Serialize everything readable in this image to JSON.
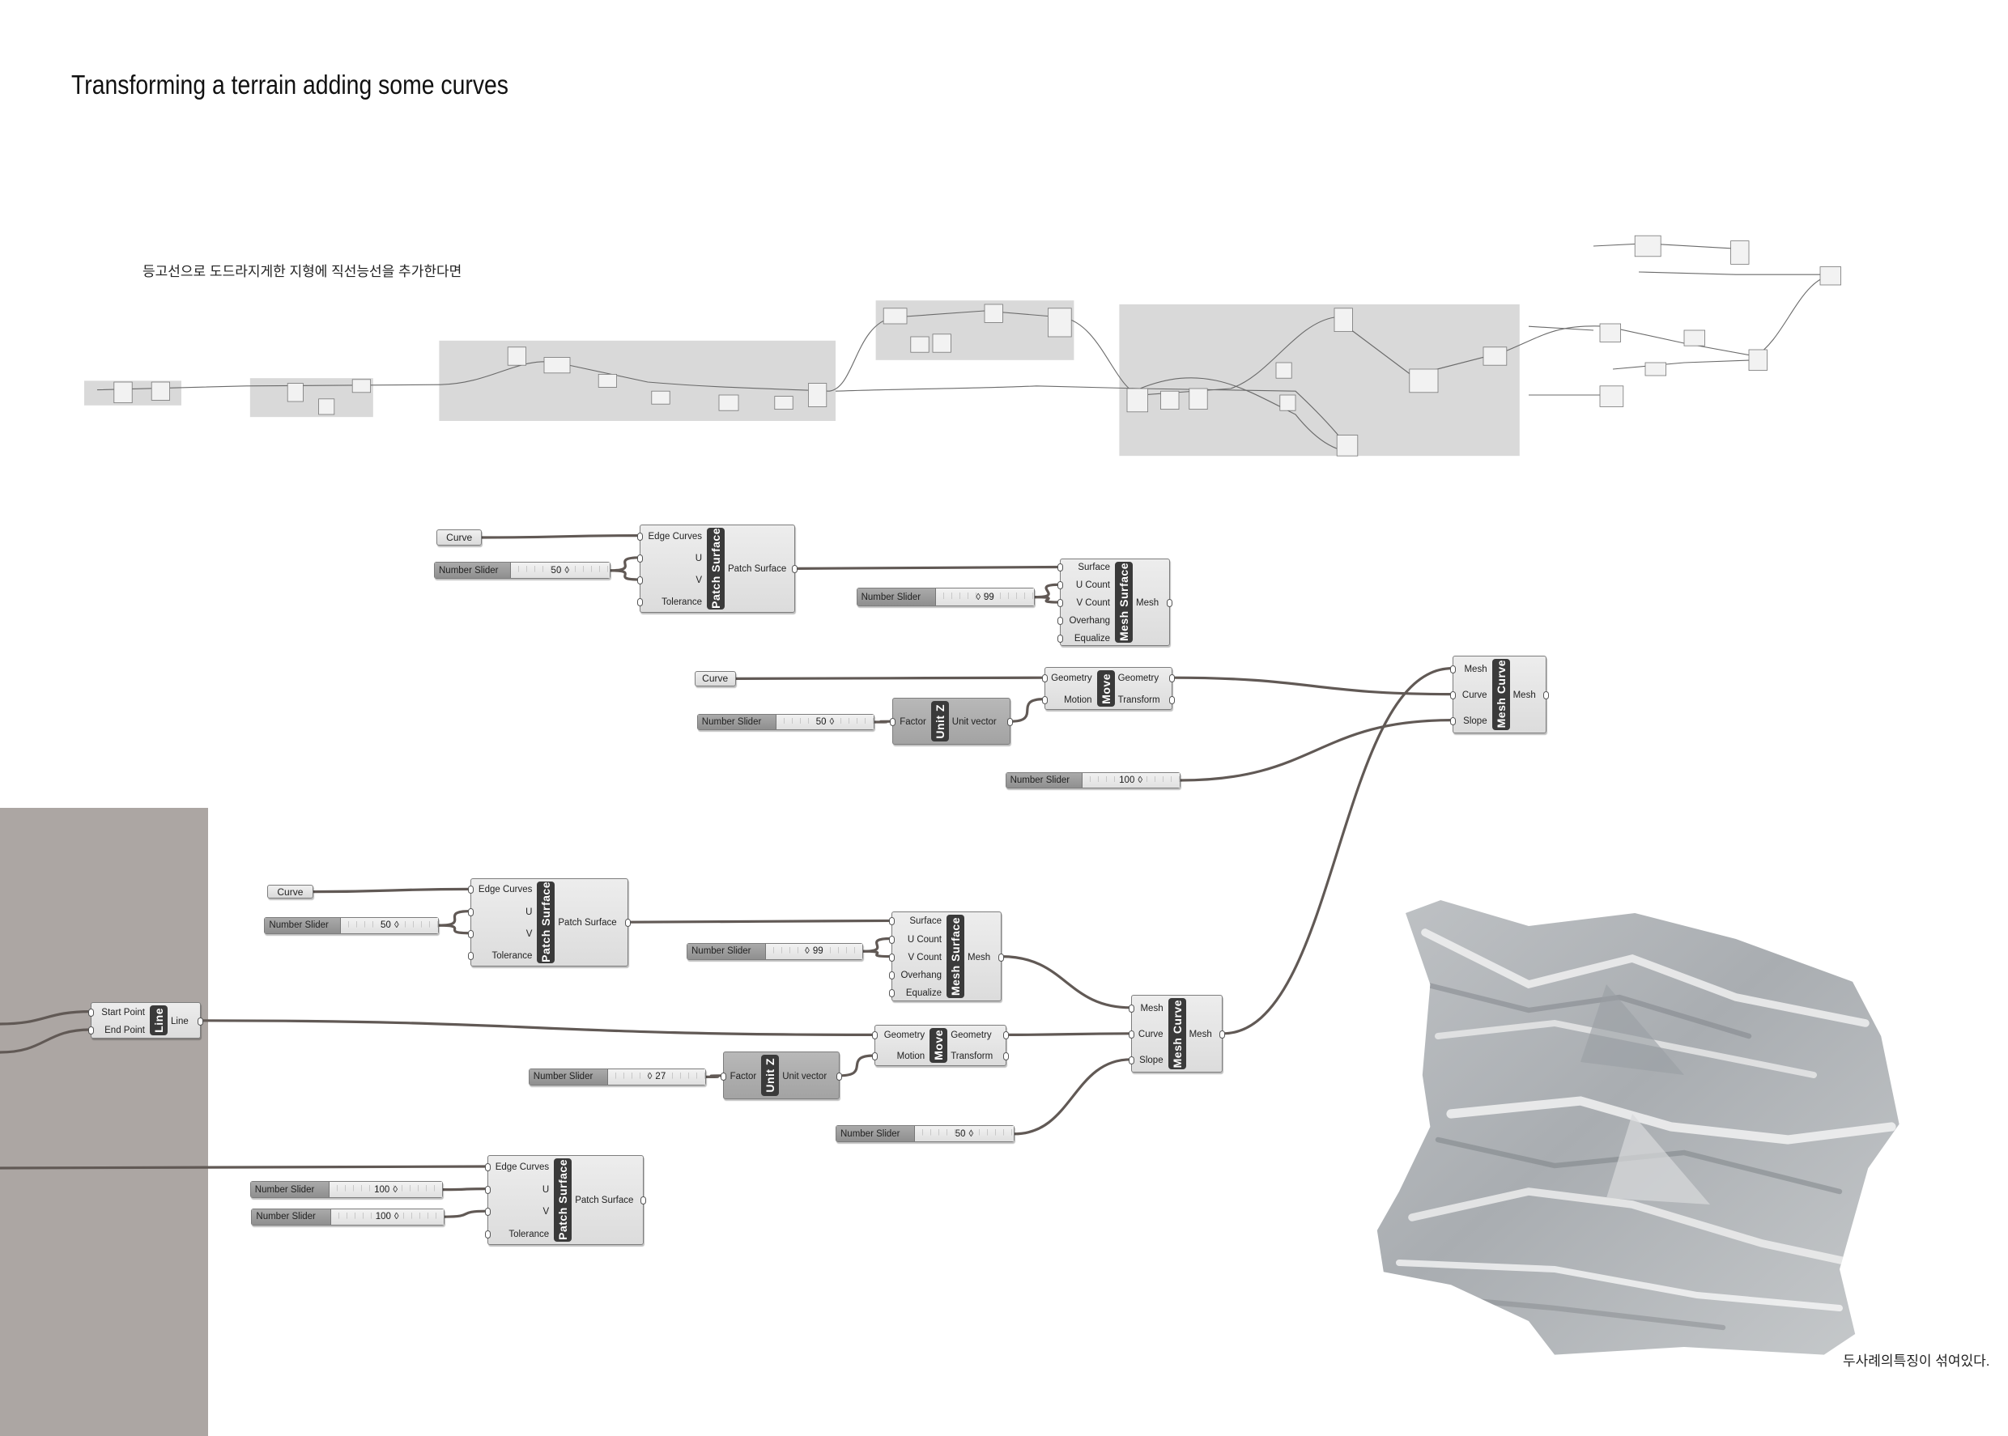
{
  "title": "Transforming a terrain adding some curves",
  "subtitle": "등고선으로 도드라지게한 지형에 직선능선을 추가한다면",
  "caption": "두사례의특징이 섞여있다.",
  "colors": {
    "wire": "#615955",
    "panel": "#aca6a3",
    "group": "#d9d9d9",
    "strip": "#3a3a3a"
  },
  "components": [
    {
      "id": "c0",
      "type": "param",
      "label": "Curve"
    },
    {
      "id": "s0",
      "type": "slider",
      "label": "Number Slider",
      "value": "50"
    },
    {
      "id": "p0",
      "type": "comp",
      "name": "Patch Surface",
      "inputs": [
        "Edge Curves",
        "U",
        "V",
        "Tolerance"
      ],
      "outputs": [
        "Patch Surface"
      ]
    },
    {
      "id": "m0",
      "type": "comp",
      "name": "Mesh Surface",
      "inputs": [
        "Surface",
        "U Count",
        "V Count",
        "Overhang",
        "Equalize"
      ],
      "outputs": [
        "Mesh"
      ]
    },
    {
      "id": "s1",
      "type": "slider",
      "label": "Number Slider",
      "value": "99"
    },
    {
      "id": "c1",
      "type": "param",
      "label": "Curve"
    },
    {
      "id": "mv0",
      "type": "comp",
      "name": "Move",
      "inputs": [
        "Geometry",
        "Motion"
      ],
      "outputs": [
        "Geometry",
        "Transform"
      ]
    },
    {
      "id": "s2",
      "type": "slider",
      "label": "Number Slider",
      "value": "50"
    },
    {
      "id": "u0",
      "type": "comp",
      "name": "Unit Z",
      "inputs": [
        "Factor"
      ],
      "outputs": [
        "Unit vector"
      ]
    },
    {
      "id": "mc0",
      "type": "comp",
      "name": "Mesh Curve",
      "inputs": [
        "Mesh",
        "Curve",
        "Slope"
      ],
      "outputs": [
        "Mesh"
      ]
    },
    {
      "id": "s3",
      "type": "slider",
      "label": "Number Slider",
      "value": "100"
    },
    {
      "id": "c2",
      "type": "param",
      "label": "Curve"
    },
    {
      "id": "s4",
      "type": "slider",
      "label": "Number Slider",
      "value": "50"
    },
    {
      "id": "p1",
      "type": "comp",
      "name": "Patch Surface",
      "inputs": [
        "Edge Curves",
        "U",
        "V",
        "Tolerance"
      ],
      "outputs": [
        "Patch Surface"
      ]
    },
    {
      "id": "m1",
      "type": "comp",
      "name": "Mesh Surface",
      "inputs": [
        "Surface",
        "U Count",
        "V Count",
        "Overhang",
        "Equalize"
      ],
      "outputs": [
        "Mesh"
      ]
    },
    {
      "id": "s5",
      "type": "slider",
      "label": "Number Slider",
      "value": "99"
    },
    {
      "id": "l0",
      "type": "comp",
      "name": "Line",
      "inputs": [
        "Start Point",
        "End Point"
      ],
      "outputs": [
        "Line"
      ]
    },
    {
      "id": "mv1",
      "type": "comp",
      "name": "Move",
      "inputs": [
        "Geometry",
        "Motion"
      ],
      "outputs": [
        "Geometry",
        "Transform"
      ]
    },
    {
      "id": "u1",
      "type": "comp",
      "name": "Unit Z",
      "inputs": [
        "Factor"
      ],
      "outputs": [
        "Unit vector"
      ]
    },
    {
      "id": "s6",
      "type": "slider",
      "label": "Number Slider",
      "value": "27"
    },
    {
      "id": "mc1",
      "type": "comp",
      "name": "Mesh Curve",
      "inputs": [
        "Mesh",
        "Curve",
        "Slope"
      ],
      "outputs": [
        "Mesh"
      ]
    },
    {
      "id": "s7",
      "type": "slider",
      "label": "Number Slider",
      "value": "50"
    },
    {
      "id": "p2",
      "type": "comp",
      "name": "Patch Surface",
      "inputs": [
        "Edge Curves",
        "U",
        "V",
        "Tolerance"
      ],
      "outputs": [
        "Patch Surface"
      ]
    },
    {
      "id": "s8",
      "type": "slider",
      "label": "Number Slider",
      "value": "100"
    },
    {
      "id": "s9",
      "type": "slider",
      "label": "Number Slider",
      "value": "100"
    }
  ]
}
